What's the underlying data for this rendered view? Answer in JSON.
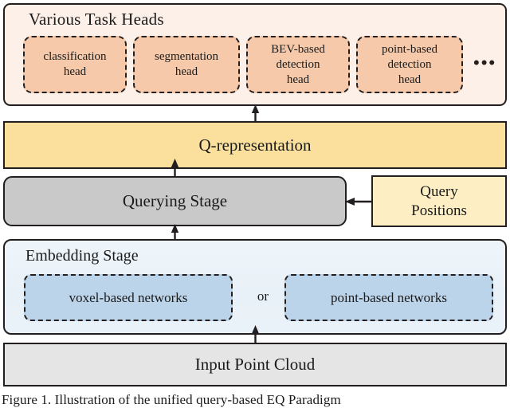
{
  "figure": {
    "caption": "Figure 1.  Illustration of the unified query-based EQ Paradigm"
  },
  "task_heads": {
    "title": "Various Task Heads",
    "ellipsis": "•••",
    "boxes": [
      {
        "label": "classification\nhead"
      },
      {
        "label": "segmentation\nhead"
      },
      {
        "label": "BEV-based\ndetection\nhead"
      },
      {
        "label": "point-based\ndetection\nhead"
      }
    ]
  },
  "q_representation": {
    "label": "Q-representation"
  },
  "querying_stage": {
    "label": "Querying Stage"
  },
  "query_positions": {
    "label": "Query\nPositions"
  },
  "embedding_stage": {
    "title": "Embedding Stage",
    "voxel_label": "voxel-based networks",
    "or_label": "or",
    "point_label": "point-based networks"
  },
  "input": {
    "label": "Input Point Cloud"
  },
  "colors": {
    "task_heads_bg": "#fdf0e9",
    "head_box_bg": "#f5c9a9",
    "q_representation_bg": "#fbdf9c",
    "querying_stage_bg": "#c9c9c9",
    "query_positions_bg": "#fdeec4",
    "embedding_stage_bg": "#eaf2f9",
    "net_box_bg": "#bcd4ea",
    "input_bg": "#e5e5e5",
    "stroke": "#231f20"
  },
  "arrows": [
    {
      "name": "q-representation-to-task-heads",
      "direction": "up"
    },
    {
      "name": "querying-stage-to-q-representation",
      "direction": "up"
    },
    {
      "name": "embedding-stage-to-querying-stage",
      "direction": "up"
    },
    {
      "name": "input-to-embedding-stage",
      "direction": "up"
    },
    {
      "name": "query-positions-to-querying-stage",
      "direction": "left"
    }
  ]
}
